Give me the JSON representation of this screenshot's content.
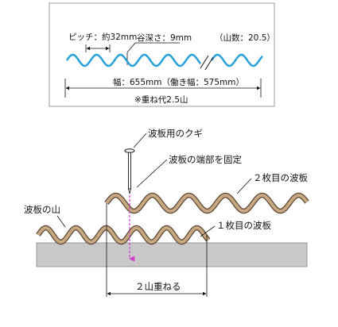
{
  "spec_box": {
    "pitch": "ピッチ：約32mm",
    "depth": "谷深さ：9mm",
    "peaks": "（山数：20.5）",
    "width": "幅：655mm（働き幅：575mm）",
    "overlap_note": "※重ね代2.5山",
    "colors": {
      "wave": "#2aa0d8",
      "border": "#9a9a9a"
    }
  },
  "diagram": {
    "nail_label": "波板用のクギ",
    "fix_label": "波板の端部を固定",
    "second_sheet_label": "２枚目の波板",
    "peak_label": "波板の山",
    "first_sheet_label": "１枚目の波板",
    "overlap_label": "２山重ねる",
    "colors": {
      "sheet": "#c8a882",
      "sheet_edge": "#5a4632",
      "base": "#c9c9c9",
      "nail_line": "#d23ad2"
    }
  }
}
